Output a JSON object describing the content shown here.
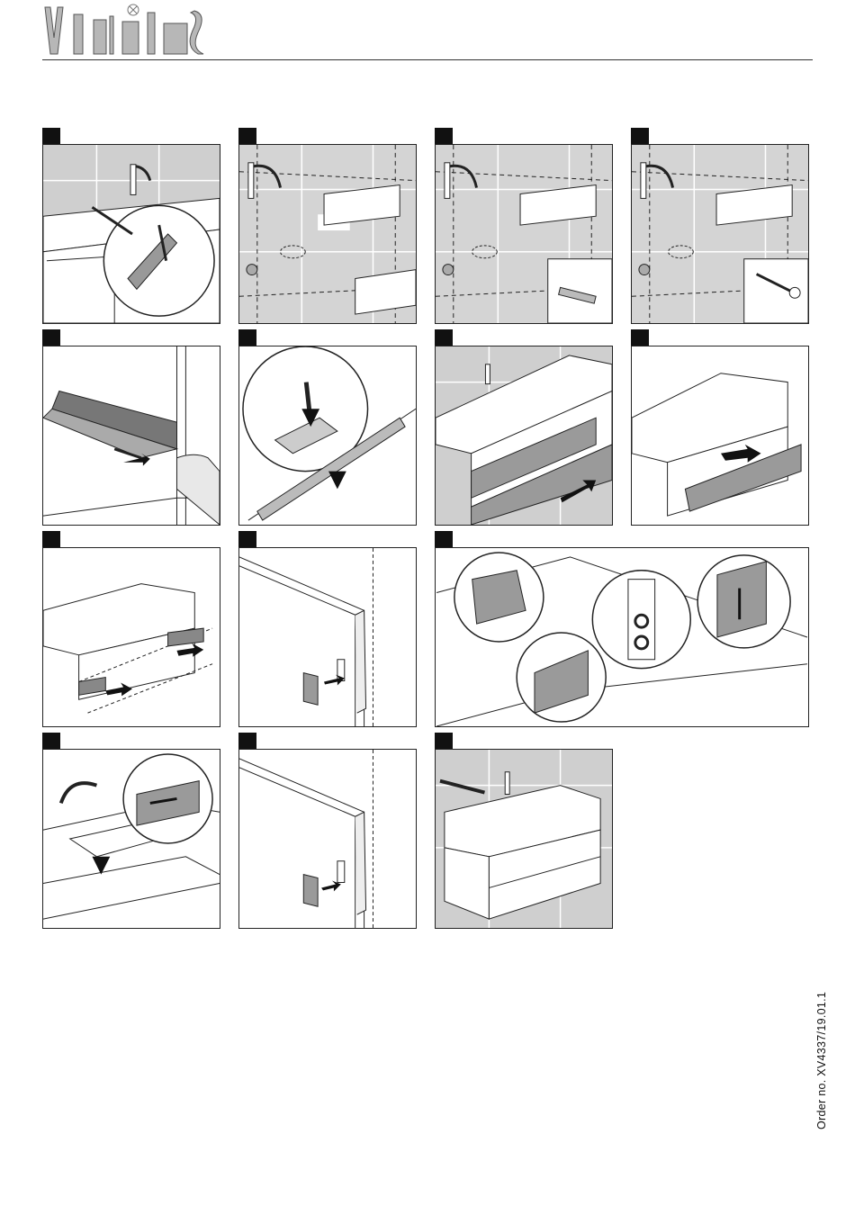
{
  "header": {
    "logo_icon": "tools-logo-icon"
  },
  "steps": [
    {
      "id": "s1",
      "icons": [
        "washbasin-icon",
        "pliers-icon"
      ]
    },
    {
      "id": "s2",
      "icons": [
        "wall-marking-icon",
        "drawer-runner-icon"
      ]
    },
    {
      "id": "s3",
      "icons": [
        "wall-marking-icon",
        "wall-plug-icon"
      ]
    },
    {
      "id": "s4",
      "icons": [
        "wall-marking-icon",
        "screw-icon"
      ]
    },
    {
      "id": "s5",
      "icons": [
        "runner-release-icon",
        "hand-icon"
      ]
    },
    {
      "id": "s6",
      "icons": [
        "magnifier-icon",
        "clip-icon"
      ]
    },
    {
      "id": "s7",
      "icons": [
        "cabinet-icon",
        "arrow-icon"
      ]
    },
    {
      "id": "s8",
      "icons": [
        "drawer-insert-icon",
        "arrow-icon"
      ]
    },
    {
      "id": "s9",
      "icons": [
        "runner-pull-icon",
        "arrow-icon"
      ]
    },
    {
      "id": "s10",
      "icons": [
        "side-panel-icon",
        "pad-icon"
      ]
    },
    {
      "id": "s11",
      "icons": [
        "front-adjust-icon",
        "adjust-screw-icon"
      ]
    },
    {
      "id": "s12",
      "icons": [
        "drawer-box-icon",
        "rotate-arrow-icon"
      ]
    },
    {
      "id": "s13",
      "icons": [
        "side-panel-icon",
        "pad-icon"
      ]
    },
    {
      "id": "s14",
      "icons": [
        "silicone-gun-icon",
        "finished-unit-icon"
      ]
    }
  ],
  "footer": {
    "order_no": "Order no. XV4337/19.01.1"
  },
  "colors": {
    "line": "#222222",
    "tile": "#c9c9c9",
    "grey_front": "#9a9a9a",
    "panel_bg": "#ffffff"
  }
}
